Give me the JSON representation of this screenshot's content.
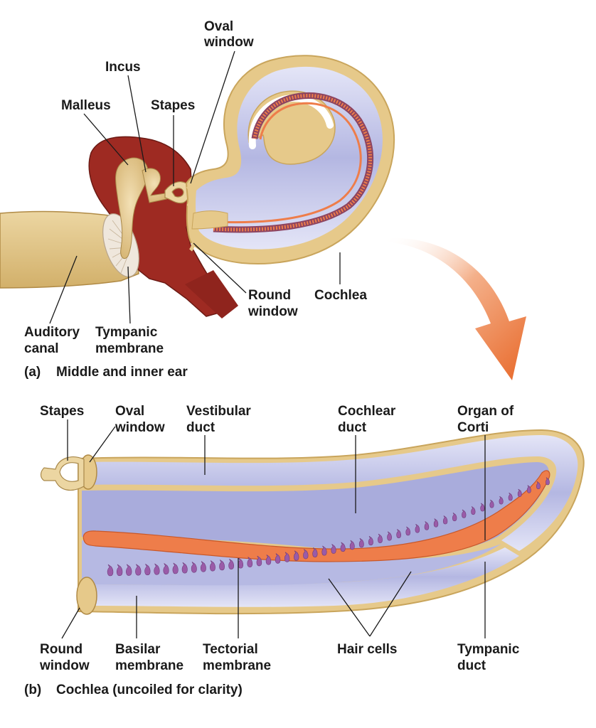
{
  "part_a": {
    "caption_letter": "(a)",
    "caption_text": "Middle and inner ear",
    "labels": {
      "oval_window": [
        "Oval",
        "window"
      ],
      "incus": [
        "Incus"
      ],
      "malleus": [
        "Malleus"
      ],
      "stapes": [
        "Stapes"
      ],
      "auditory_canal": [
        "Auditory",
        "canal"
      ],
      "tympanic_membrane": [
        "Tympanic",
        "membrane"
      ],
      "round_window": [
        "Round",
        "window"
      ],
      "cochlea": [
        "Cochlea"
      ]
    }
  },
  "part_b": {
    "caption_letter": "(b)",
    "caption_text": "Cochlea (uncoiled for clarity)",
    "labels": {
      "stapes": [
        "Stapes"
      ],
      "oval_window": [
        "Oval",
        "window"
      ],
      "vestibular_duct": [
        "Vestibular",
        "duct"
      ],
      "cochlear_duct": [
        "Cochlear",
        "duct"
      ],
      "organ_of_corti": [
        "Organ of",
        "Corti"
      ],
      "round_window": [
        "Round",
        "window"
      ],
      "basilar_membrane": [
        "Basilar",
        "membrane"
      ],
      "tectorial_membrane": [
        "Tectorial",
        "membrane"
      ],
      "hair_cells": [
        "Hair cells"
      ],
      "tympanic_duct": [
        "Tympanic",
        "duct"
      ]
    }
  },
  "colors": {
    "bone_red": "#9e2a22",
    "bone_dark": "#7a1d17",
    "tan": "#e6c98a",
    "tan_dark": "#c9a55c",
    "lavender": "#b9bde6",
    "lavender_light": "#dfe1f6",
    "orange": "#ee7d4a",
    "hair_cell": "#9a5ba8",
    "arrow": "#ec7a3c"
  }
}
